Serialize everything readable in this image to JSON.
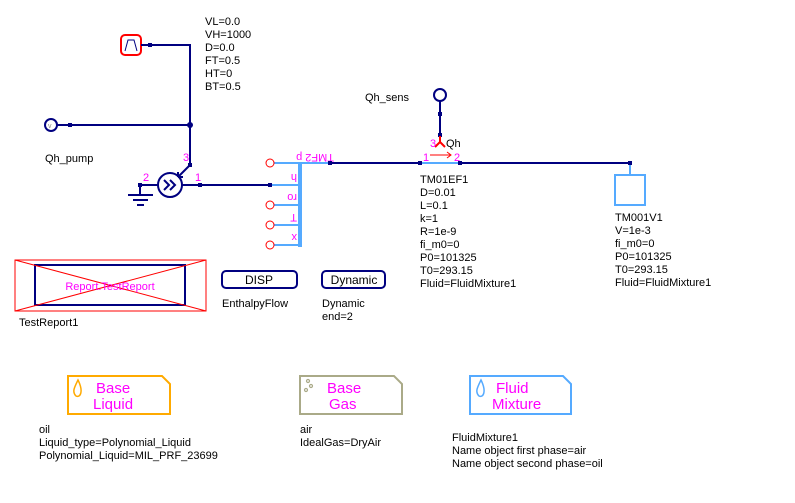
{
  "pulse_source": {
    "icon": "pulse-source-icon",
    "params": [
      "VL=0.0",
      "VH=1000",
      "D=0.0",
      "FT=0.5",
      "HT=0",
      "BT=0.5"
    ]
  },
  "pump": {
    "label": "Qh_pump",
    "ports": [
      "1",
      "2",
      "3"
    ]
  },
  "bus": {
    "label": "TMF2 p",
    "signals": [
      "h",
      "ro",
      "T",
      "x"
    ]
  },
  "sensor": {
    "label": "Qh_sens",
    "port_label": "3",
    "quantity": "Qh",
    "ports": [
      "1",
      "2"
    ]
  },
  "pipe": {
    "lines": [
      "TM01EF1",
      "D=0.01",
      "L=0.1",
      "k=1",
      "R=1e-9",
      "fi_m0=0",
      "P0=101325",
      "T0=293.15",
      "Fluid=FluidMixture1"
    ]
  },
  "volume": {
    "lines": [
      "TM001V1",
      "V=1e-3",
      "fi_m0=0",
      "P0=101325",
      "T0=293.15",
      "Fluid=FluidMixture1"
    ]
  },
  "report": {
    "inner": "Report.TestReport",
    "name": "TestReport1"
  },
  "disp": {
    "label": "DISP",
    "name": "EnthalpyFlow"
  },
  "dynamic": {
    "label": "Dynamic",
    "lines": [
      "Dynamic",
      "end=2"
    ]
  },
  "base_liquid": {
    "title": [
      "Base",
      "Liquid"
    ],
    "lines": [
      "oil",
      "Liquid_type=Polynomial_Liquid",
      "Polynomial_Liquid=MIL_PRF_23699"
    ],
    "color": "#ffaa00"
  },
  "base_gas": {
    "title": [
      "Base",
      "Gas"
    ],
    "lines": [
      "air",
      "IdealGas=DryAir"
    ],
    "color": "#aaaa88"
  },
  "fluid_mixture": {
    "title": [
      "Fluid",
      "Mixture"
    ],
    "lines": [
      "FluidMixture1",
      "Name object first phase=air",
      "Name object second phase=oil"
    ],
    "color": "#55aaff"
  },
  "colors": {
    "wire": "#000080",
    "fluid_wire": "#55aaff",
    "port_label": "#ff00ff",
    "inactive": "#ff0000"
  }
}
